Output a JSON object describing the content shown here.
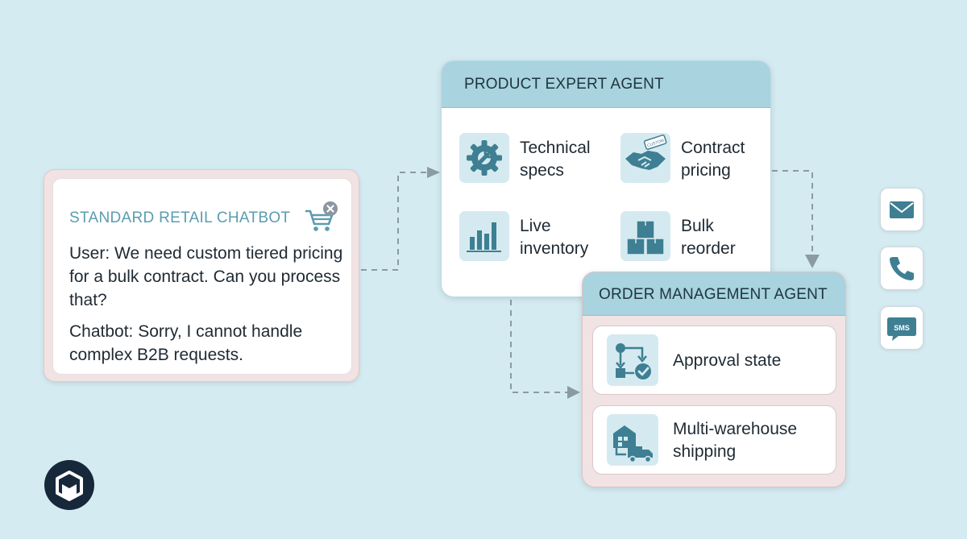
{
  "chatbot": {
    "title": "STANDARD RETAIL CHATBOT",
    "icon": "cart-error-icon",
    "user_message": "User: We need custom tiered pricing for a bulk contract. Can you process that?",
    "bot_message": "Chatbot: Sorry, I cannot handle complex B2B requests."
  },
  "product_agent": {
    "title": "PRODUCT EXPERT AGENT",
    "features": [
      {
        "line1": "Technical",
        "line2": "specs",
        "icon": "gear-wrench-icon"
      },
      {
        "line1": "Contract",
        "line2": "pricing",
        "icon": "handshake-tag-icon",
        "tag_text": "CUSTOM"
      },
      {
        "line1": "Live",
        "line2": "inventory",
        "icon": "bar-chart-icon"
      },
      {
        "line1": "Bulk",
        "line2": "reorder",
        "icon": "boxes-icon"
      }
    ]
  },
  "order_agent": {
    "title": "ORDER MANAGEMENT AGENT",
    "items": [
      {
        "line1": "Approval state",
        "line2": "",
        "icon": "workflow-check-icon"
      },
      {
        "line1": "Multi-warehouse",
        "line2": "shipping",
        "icon": "warehouse-truck-icon"
      }
    ]
  },
  "channels": [
    {
      "icon": "email-icon"
    },
    {
      "icon": "phone-icon"
    },
    {
      "icon": "sms-icon",
      "label": "SMS"
    }
  ],
  "colors": {
    "background": "#d5ebf2",
    "header": "#a8d3df",
    "accent": "#3e7f93",
    "icon_tile": "#d5eaf0",
    "connector": "#8a9ba3",
    "chatbot_title": "#5b9cb0",
    "error_badge": "#8b96a0"
  }
}
